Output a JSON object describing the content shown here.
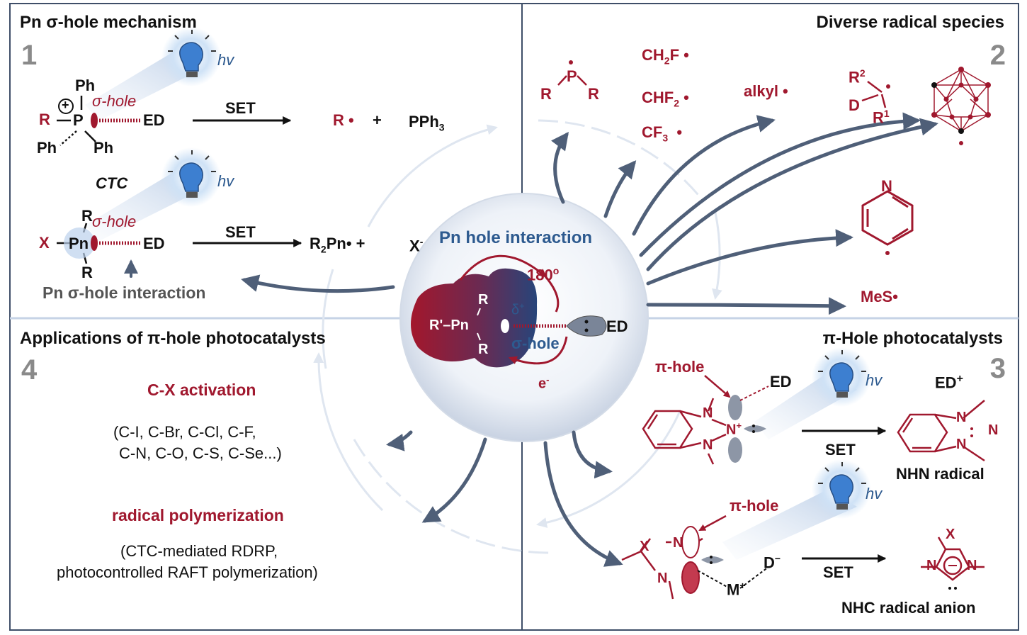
{
  "panel1": {
    "title": "Pn σ-hole mechanism",
    "number": "1",
    "hv": "hv",
    "ph_top": "Ph",
    "ph_left": "Ph",
    "ph_right": "Ph",
    "r_label": "R",
    "p_label": "P",
    "plus": "+",
    "sigma_hole": "σ-hole",
    "ed": "ED",
    "set": "SET",
    "product_radical": "R",
    "plus_sign": "+",
    "pph3": "PPh",
    "pph3_sub": "3",
    "ctc": "CTC",
    "x_label": "X",
    "pn_label": "Pn",
    "r2pn": "R",
    "r2pn_sub": "2",
    "r2pn_tail": "Pn",
    "x_minus": "X",
    "x_minus_sup": "-",
    "interaction_label": "Pn σ-hole interaction"
  },
  "panel2": {
    "title": "Diverse radical species",
    "number": "2",
    "phos_p": "P",
    "phos_r": "R",
    "ch2f": "CH",
    "ch2f_sub": "2",
    "ch2f_tail": "F",
    "chf2": "CHF",
    "chf2_sub": "2",
    "cf3": "CF",
    "cf3_sub": "3",
    "alkyl": "alkyl",
    "r2": "R",
    "r2_sup": "2",
    "r1": "R",
    "r1_sup": "1",
    "d": "D",
    "pyr_n": "N",
    "mes": "MeS"
  },
  "center": {
    "label": "Pn hole interaction",
    "angle": "180",
    "angle_sup": "o",
    "delta": "δ",
    "delta_sup": "+",
    "sigma_hole": "σ-hole",
    "electron": "e",
    "electron_sup": "-",
    "ed": "ED",
    "rprime_pn": "R'–Pn",
    "r_top": "R",
    "r_bottom": "R"
  },
  "panel3": {
    "title": "π-Hole photocatalysts",
    "number": "3",
    "pi_hole": "π-hole",
    "ed": "ED",
    "ed_plus": "ED",
    "ed_plus_sup": "+",
    "hv": "hv",
    "set": "SET",
    "nhn": "NHN radical",
    "pi_hole2": "π-hole",
    "d_minus": "D",
    "d_minus_sup": "−",
    "m_plus": "M",
    "m_plus_sup": "+",
    "nhc": "NHC radical anion",
    "n": "N",
    "x": "X"
  },
  "panel4": {
    "title": "Applications of π-hole photocatalysts",
    "number": "4",
    "cx_title": "C-X activation",
    "cx_line1": "(C-I, C-Br, C-Cl, C-F,",
    "cx_line2": "C-N, C-O, C-S, C-Se...)",
    "poly_title": "radical polymerization",
    "poly_line1": "(CTC-mediated RDRP,",
    "poly_line2": "photocontrolled RAFT polymerization)"
  },
  "colors": {
    "accent_red": "#a0182e",
    "accent_blue": "#2d5a8f",
    "frame": "#3e4e68",
    "arrow": "#4f5f78"
  }
}
